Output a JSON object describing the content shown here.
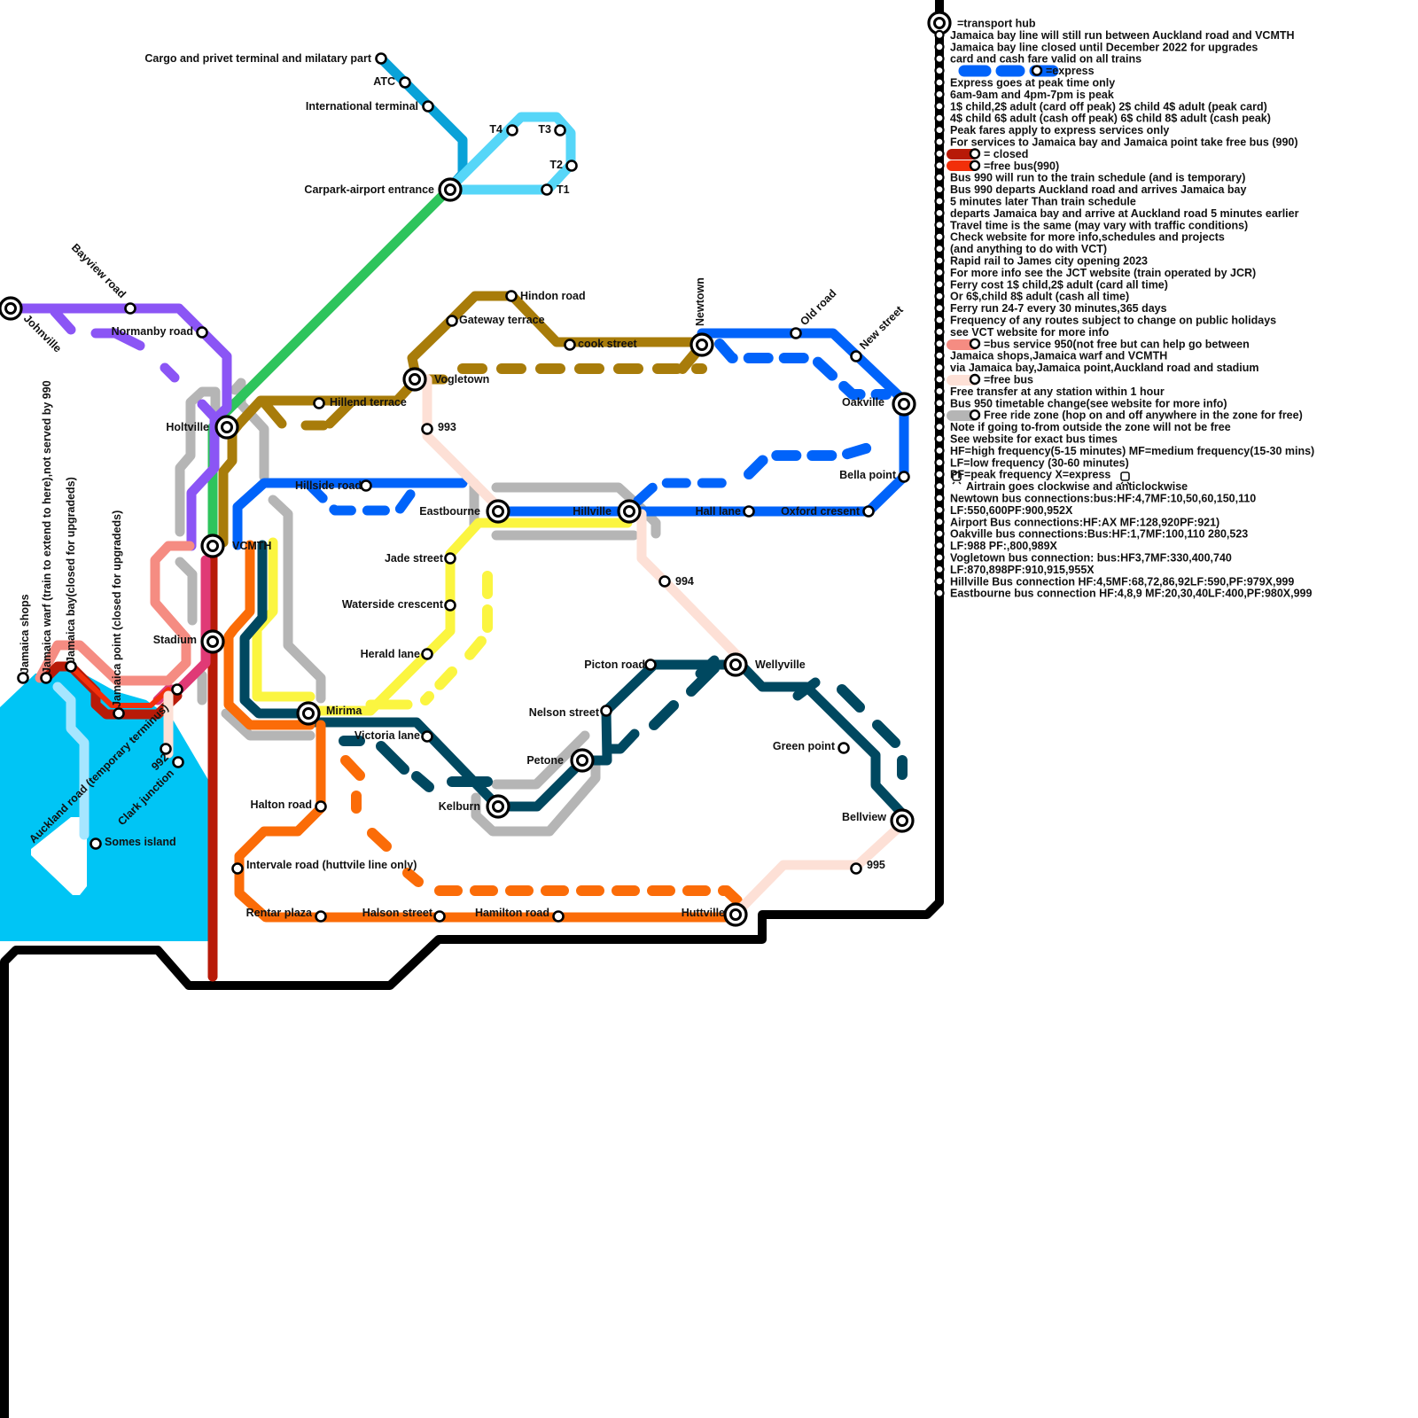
{
  "stations": {
    "cargo": "Cargo and privet terminal and milatary part",
    "atc": "ATC",
    "intl": "International terminal",
    "t4": "T4",
    "t3": "T3",
    "t2": "T2",
    "t1": "T1",
    "carpark": "Carpark-airport entrance",
    "bayview": "Bayview road",
    "johnville": "Johnville",
    "normanby": "Normanby road",
    "holtville": "Holtville",
    "vcmth": "VCMTH",
    "stadium": "Stadium",
    "hindon": "Hindon road",
    "gateway": "Gateway terrace",
    "cook": "cook street",
    "newtown": "Newtown",
    "oldroad": "Old road",
    "newstreet": "New street",
    "oakville": "Oakville",
    "vogletown": "Vogletown",
    "hillend": "Hillend terrace",
    "s993": "993",
    "hillside": "Hillside road",
    "eastbourne": "Eastbourne",
    "hillville": "Hillville",
    "halllane": "Hall lane",
    "oxford": "Oxford cresent",
    "bellapoint": "Bella point",
    "jade": "Jade street",
    "waterside": "Waterside crescent",
    "herald": "Herald lane",
    "mirima": "Mirima",
    "victoria": "Victoria lane",
    "s994": "994",
    "picton": "Picton road",
    "wellyville": "Wellyville",
    "nelson": "Nelson street",
    "petone": "Petone",
    "kelburn": "Kelburn",
    "greenpoint": "Green point",
    "bellview": "Bellview",
    "halton": "Halton road",
    "intervale": "Intervale road (huttvile line only)",
    "rentar": "Rentar plaza",
    "halson": "Halson street",
    "hamilton": "Hamilton road",
    "huttville": "Huttville",
    "s995": "995",
    "somes": "Somes island",
    "jshops": "Jamaica shops",
    "jwarf": "Jamaica warf (train to extend to here),not served by 990",
    "jbay": "Jamaica bay(closed for upgradeds)",
    "jpoint": "Jamaica point (closed for upgradeds)",
    "auckland": "Auckland road (temporary terminus)",
    "s992": "992",
    "clark": "Clark junction"
  },
  "legend": [
    "=transport hub",
    "Jamaica bay line will still run between Auckland road and VCMTH",
    "Jamaica bay line closed until December 2022 for upgrades",
    "card and cash fare valid on all trains",
    "=express",
    "Express goes at peak time only",
    "6am-9am and 4pm-7pm is peak",
    "1$ child,2$ adult (card off peak) 2$ child 4$ adult (peak card)",
    "4$ child 6$ adult (cash off peak) 6$ child 8$ adult (cash peak)",
    "Peak fares apply to express services only",
    "For services to Jamaica bay and Jamaica point take free bus (990)",
    "= closed",
    "=free bus(990)",
    "Bus 990 will run to the train schedule (and is temporary)",
    "Bus 990 departs Auckland road and arrives Jamaica bay",
    "5 minutes later Than train schedule",
    "departs Jamaica bay and arrive at Auckland road 5 minutes earlier",
    "Travel time is the same (may vary with traffic conditions)",
    "Check website for more info,schedules and projects",
    "(and anything to do with VCT)",
    "Rapid rail to James city opening 2023",
    "For more info see the JCT website (train operated by JCR)",
    "Ferry cost 1$ child,2$ adult (card all time)",
    "Or 6$,child 8$ adult (cash all time)",
    "Ferry run 24-7 every 30 minutes,365 days",
    "Frequency of any routes subject to change on public holidays",
    "see VCT website for more info",
    "=bus service 950(not free but can help go between",
    "Jamaica shops,Jamaica warf and VCMTH",
    "via Jamaica bay,Jamaica point,Auckland road and stadium",
    "=free bus",
    "Free transfer at any station within 1 hour",
    "Bus 950 timetable change(see website for more info)",
    "Free ride zone (hop on and off anywhere in the zone for free)",
    "Note if going to-from outside the zone will not be free",
    "See website for exact bus times",
    "HF=high frequency(5-15 minutes) MF=medium frequency(15-30 mins)",
    "LF=low frequency (30-60 minutes)",
    "PF=peak frequency X=express",
    "Airtrain goes clockwise and anticlockwise",
    "Newtown bus connections:bus:HF:4,7MF:10,50,60,150,110",
    "LF:550,600PF:900,952X",
    "Airport Bus connections:HF:AX MF:128,920PF:921)",
    "Oakville bus connections:Bus:HF:1,7MF:100,110 280,523",
    "LF:988 PF:,800,989X",
    "Vogletown bus connection: bus:HF3,7MF:330,400,740",
    "LF:870,898PF:910,915,955X",
    "Hillville Bus connection HF:4,5MF:68,72,86,92LF:590,PF:979X,999",
    "Eastbourne bus connection HF:4,8,9 MF:20,30,40LF:400,PF:980X,999"
  ],
  "colors": {
    "water": "#00c5f5",
    "ferry": "#a6e6ff",
    "coast": "#000000",
    "airport_line": "#0aa2d8",
    "airtrain": "#56d6f8",
    "green_line": "#2ec45c",
    "purple_line": "#8b55f5",
    "gold_line": "#a87c0a",
    "blue_line": "#0063fa",
    "yellow_line": "#fbf540",
    "teal_line": "#004860",
    "orange_line": "#fb6c08",
    "red_line": "#b81a08",
    "bus950": "#f58c82",
    "bus990": "#f22f0a",
    "free_bus": "#fde0d6",
    "free_zone": "#b5b5b5",
    "magenta_line": "#e03a76"
  }
}
